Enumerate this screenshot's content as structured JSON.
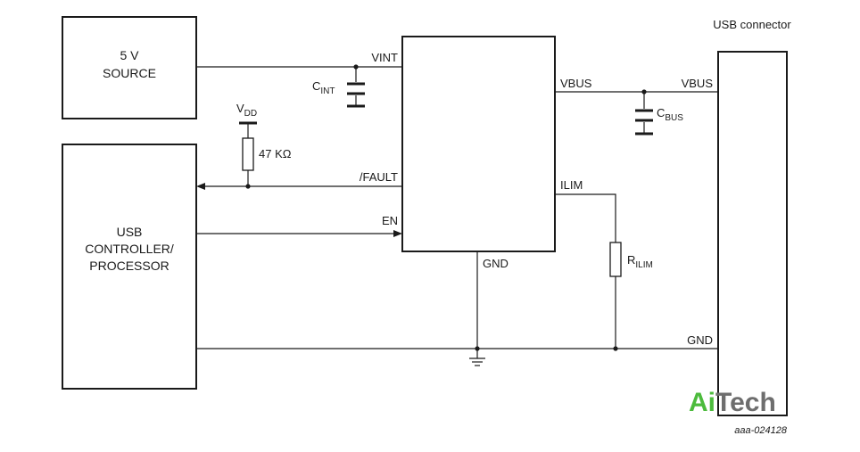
{
  "blocks": {
    "source_line1": "5 V",
    "source_line2": "SOURCE",
    "controller_line1": "USB",
    "controller_line2": "CONTROLLER/",
    "controller_line3": "PROCESSOR",
    "connector_title": "USB connector"
  },
  "pins": {
    "vint": "VINT",
    "fault": "/FAULT",
    "en": "EN",
    "vbus": "VBUS",
    "ilim": "ILIM",
    "gnd": "GND"
  },
  "components": {
    "cint_main": "C",
    "cint_sub": "INT",
    "cbus_main": "C",
    "cbus_sub": "BUS",
    "vdd_main": "V",
    "vdd_sub": "DD",
    "pullup_value": "47 KΩ",
    "rilim_main": "R",
    "rilim_sub": "ILIM"
  },
  "connector": {
    "vbus": "VBUS",
    "gnd": "GND"
  },
  "watermark": {
    "brand_ai": "Ai",
    "brand_tech": "Tech",
    "colors": {
      "ai": "#4cbb3c",
      "tech": "#6e6e6e"
    }
  },
  "reference": "aaa-024128"
}
